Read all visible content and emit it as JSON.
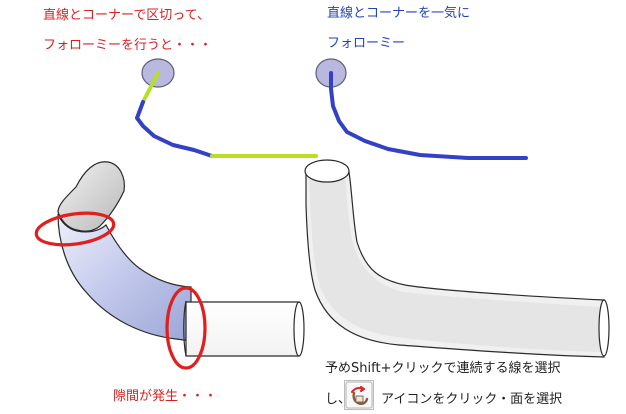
{
  "left_title_line1": "直線とコーナーで区切って、",
  "left_title_line2": "フォローミーを行うと・・・",
  "right_title_line1": "直線とコーナーを一気に",
  "right_title_line2": "フォローミー",
  "gap_text": "隙間が発生・・・",
  "note_line1": "予めShift+クリックで連続する線を選択",
  "note_line2_prefix": "し、",
  "note_line2_suffix": "アイコンをクリック・面を選択",
  "icon_name": "follow-me-icon",
  "colors": {
    "red": "#d91f1f",
    "blue": "#2343b6",
    "lime": "#b8df24",
    "path_blue": "#3341c7",
    "circle_fill": "#b9b9df",
    "pipe_fill": "#d6daf2",
    "pipe_stroke": "#2a2a2a",
    "highlight_red": "#e01f1f"
  }
}
